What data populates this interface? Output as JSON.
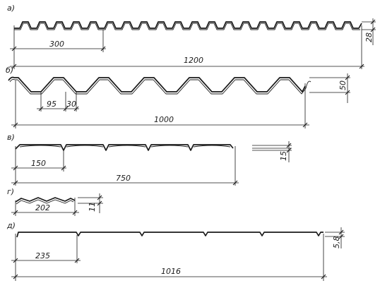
{
  "profiles": [
    {
      "id": "a",
      "label": "а)",
      "pitch_dim": "300",
      "width_dim": "1200",
      "height_dim": "28"
    },
    {
      "id": "b",
      "label": "б)",
      "trough_dim": "95",
      "rib_dim": "30",
      "width_dim": "1000",
      "height_dim": "50"
    },
    {
      "id": "c",
      "label": "в)",
      "pitch_dim": "150",
      "width_dim": "750",
      "height_dim": "15"
    },
    {
      "id": "d",
      "label": "г)",
      "width_dim": "202",
      "height_dim": "11"
    },
    {
      "id": "e",
      "label": "д)",
      "pitch_dim": "235",
      "width_dim": "1016",
      "height_dim": "5,8"
    }
  ]
}
